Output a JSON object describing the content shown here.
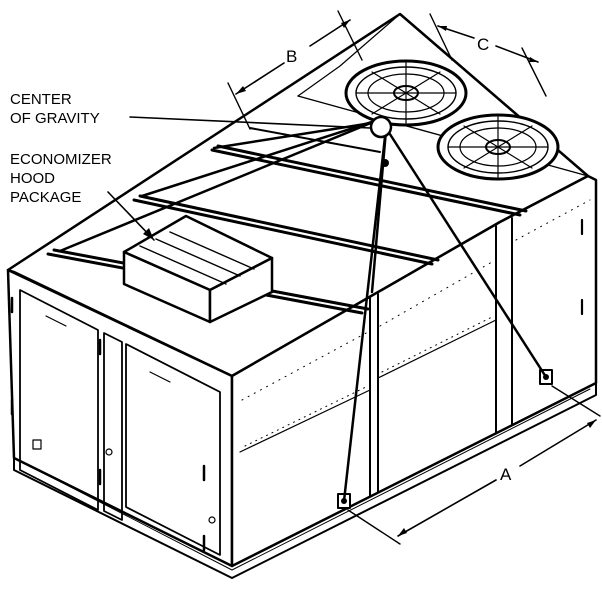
{
  "callouts": {
    "center_of_gravity_line1": "CENTER",
    "center_of_gravity_line2": "OF GRAVITY",
    "economizer_line1": "ECONOMIZER",
    "economizer_line2": "HOOD",
    "economizer_line3": "PACKAGE"
  },
  "dimensions": {
    "a": "A",
    "b": "B",
    "c": "C"
  }
}
